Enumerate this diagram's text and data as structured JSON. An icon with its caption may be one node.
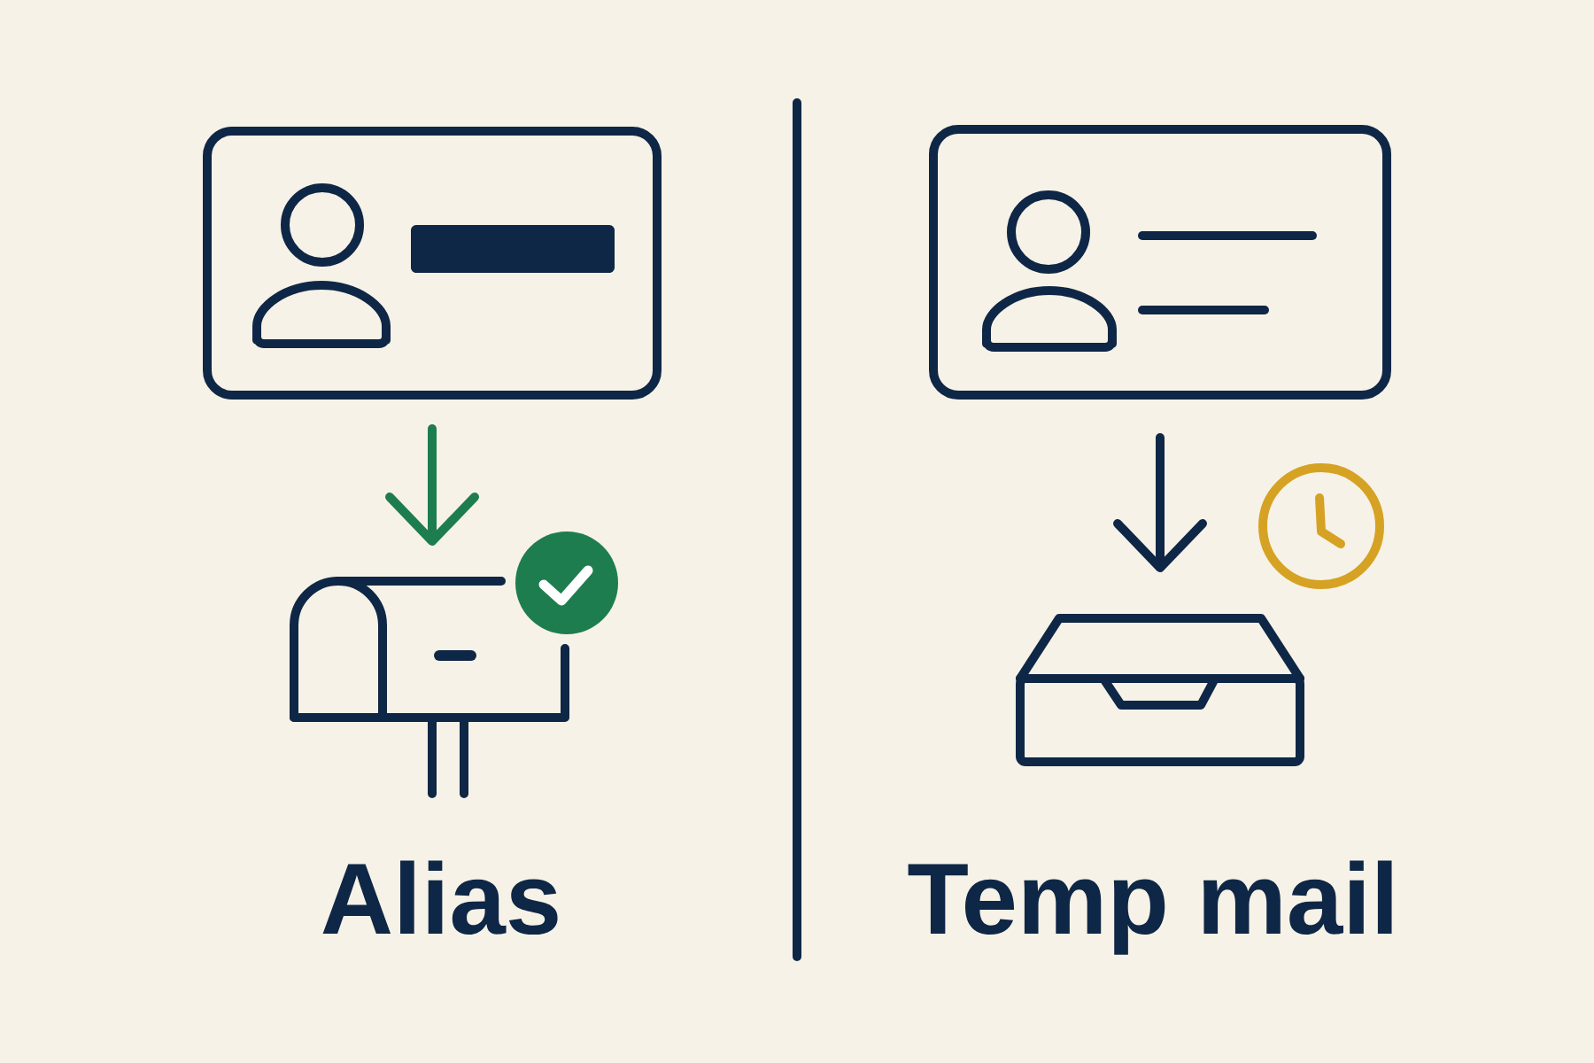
{
  "diagram": {
    "nodes": [
      {
        "text": [],
        "shape": "picture"
      },
      {
        "text": [],
        "shape": "picture"
      },
      {
        "text": [],
        "shape": "picture"
      },
      {
        "text": [],
        "shape": "picture"
      }
    ],
    "edges": [
      {
        "from": 0,
        "to": 1,
        "arrow": "to",
        "color": "#1e7d4e"
      },
      {
        "from": 2,
        "to": 3,
        "arrow": "to"
      }
    ],
    "labels": [
      "Alias",
      "Temp mail"
    ]
  }
}
